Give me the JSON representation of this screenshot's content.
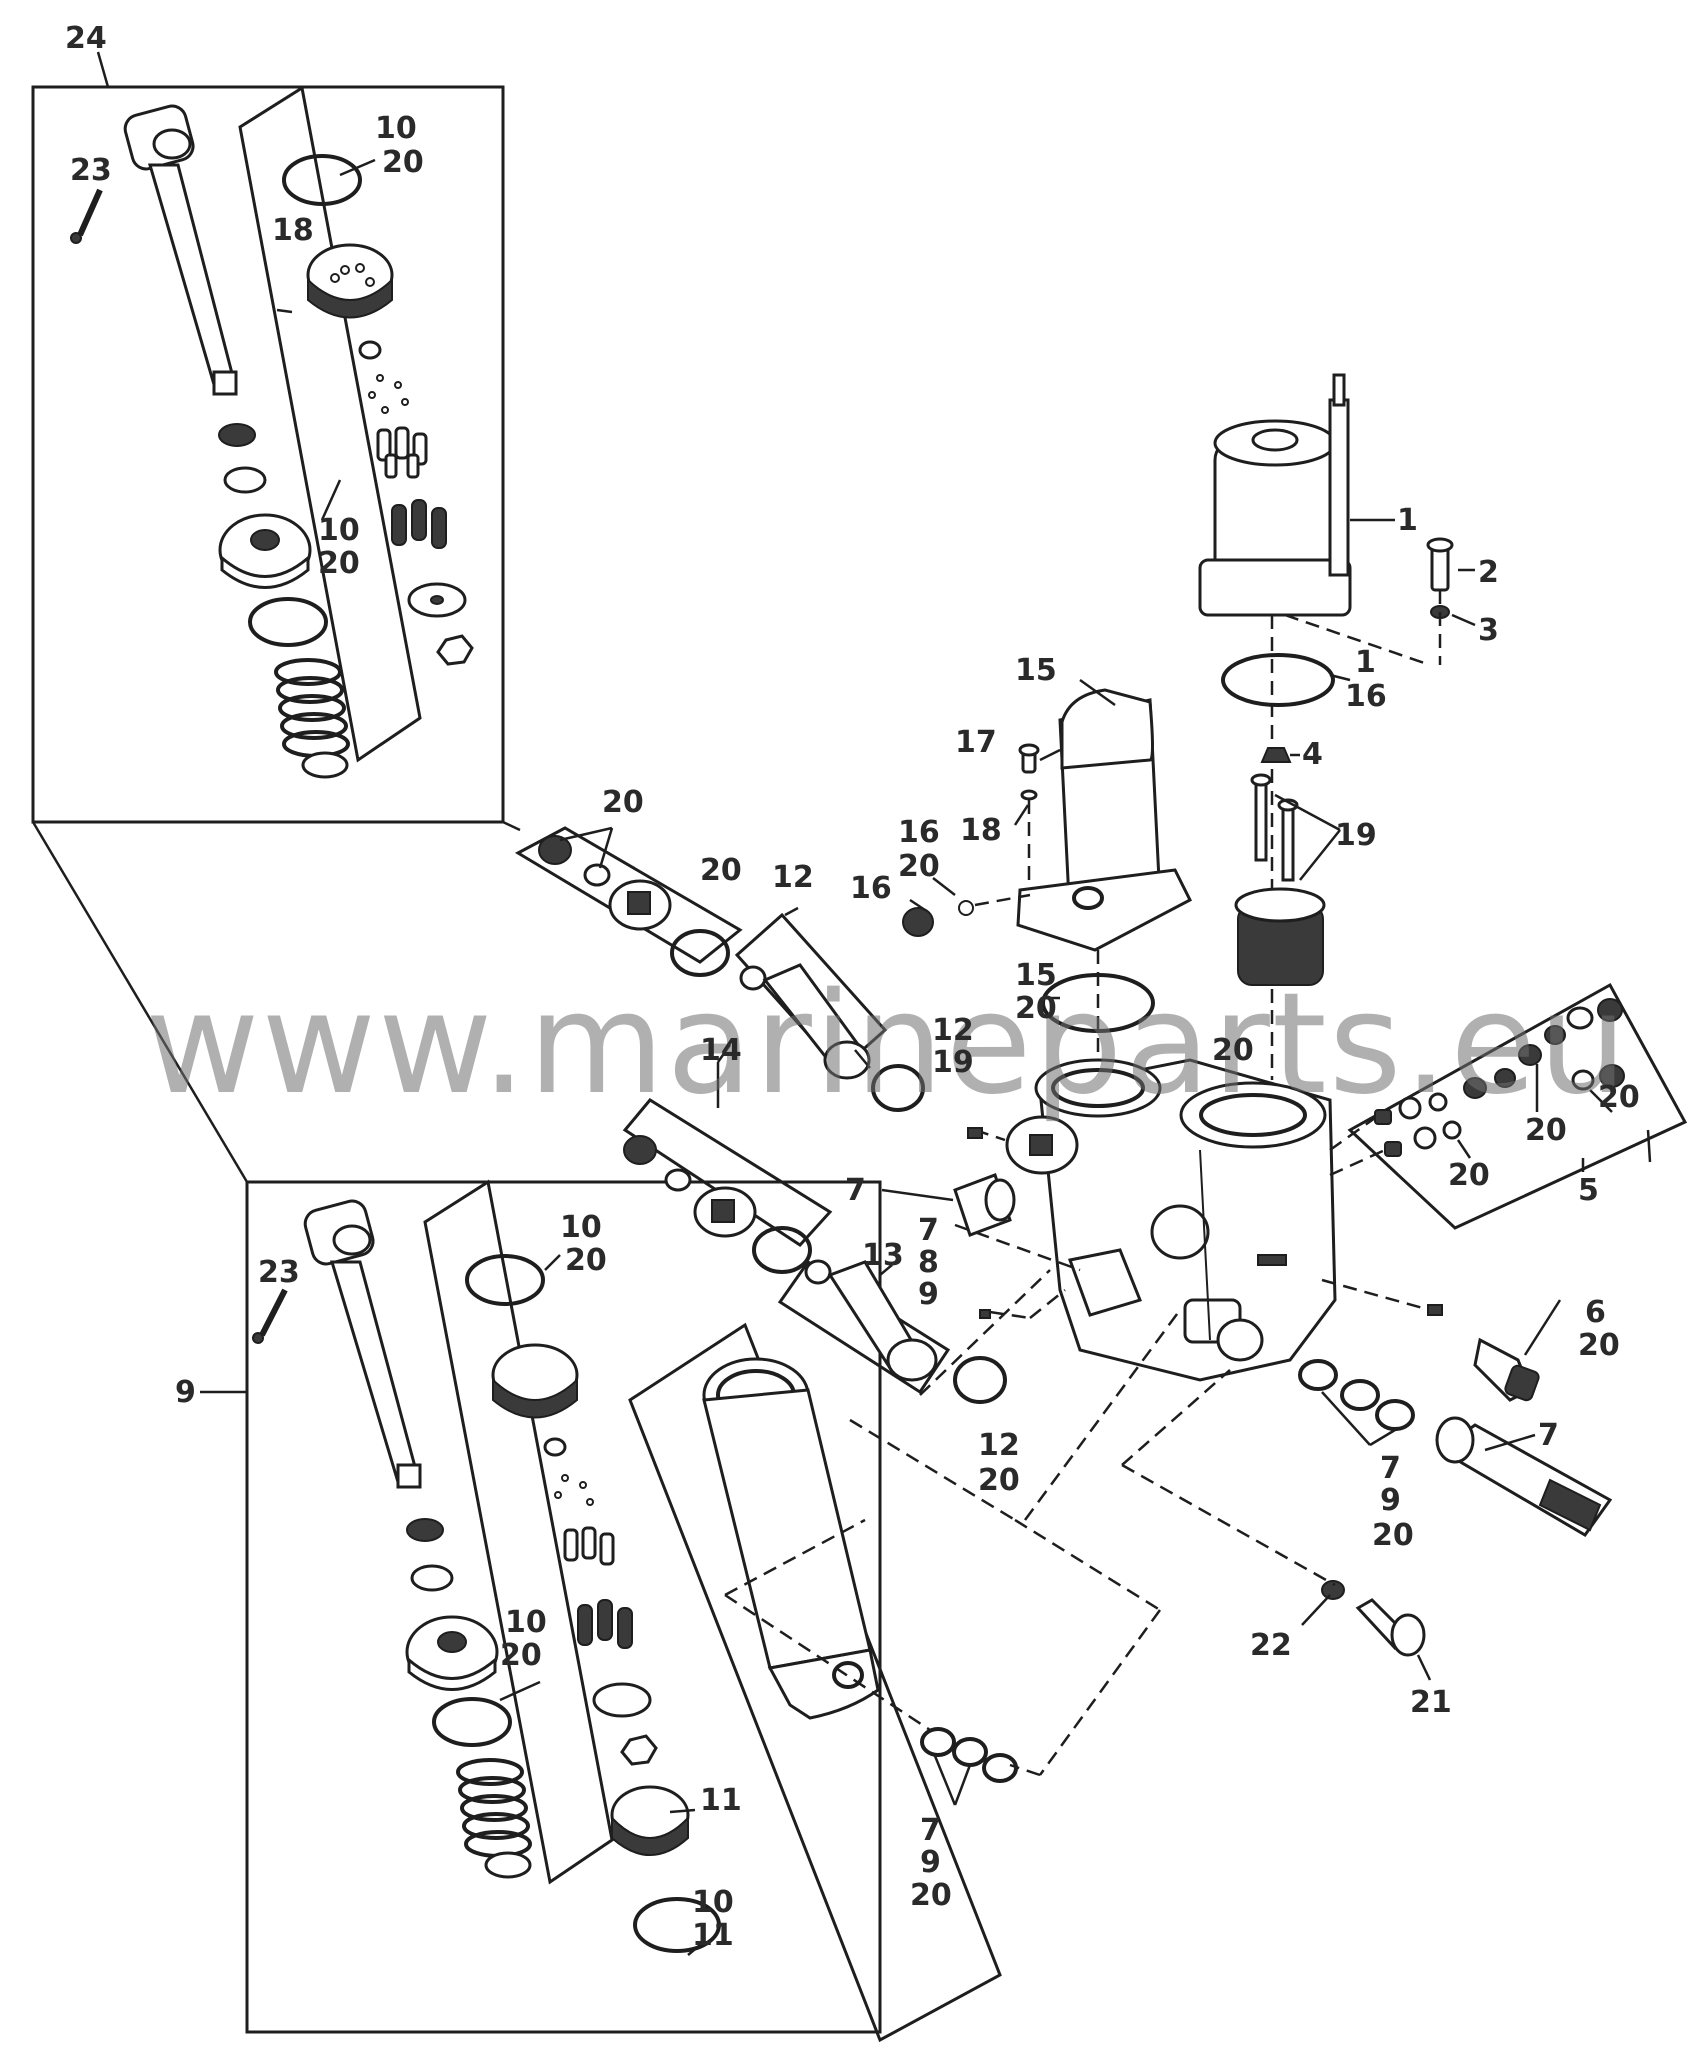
{
  "watermark": "www.marineparts.eu",
  "callouts": {
    "c24": "24",
    "c23a": "23",
    "c10a": "10",
    "c20a": "20",
    "c18a": "18",
    "c10b": "10",
    "c20b": "20",
    "c1": "1",
    "c2": "2",
    "c3": "3",
    "c1b": "1",
    "c16b": "16",
    "c4": "4",
    "c15": "15",
    "c17": "17",
    "c18b": "18",
    "c16c": "16",
    "c20c": "20",
    "c16d": "16",
    "c19": "19",
    "c15b": "15",
    "c20d": "20",
    "c20e": "20",
    "c20f": "20",
    "c12a": "12",
    "c12b": "12",
    "c19b": "19",
    "c20g": "20",
    "c20h": "20",
    "c20i": "20",
    "c20j": "20",
    "c5": "5",
    "c14": "14",
    "c7a": "7",
    "c7b": "7",
    "c8": "8",
    "c9a": "9",
    "c13": "13",
    "c6": "6",
    "c20k": "20",
    "c12c": "12",
    "c20l": "20",
    "c7c": "7",
    "c9b": "9",
    "c20m": "20",
    "c7d": "7",
    "c22": "22",
    "c21": "21",
    "c9c": "9",
    "c23b": "23",
    "c10c": "10",
    "c20n": "20",
    "c10d": "10",
    "c20o": "20",
    "c11a": "11",
    "c10e": "10",
    "c11b": "11",
    "c7e": "7",
    "c9d": "9",
    "c20p": "20"
  }
}
